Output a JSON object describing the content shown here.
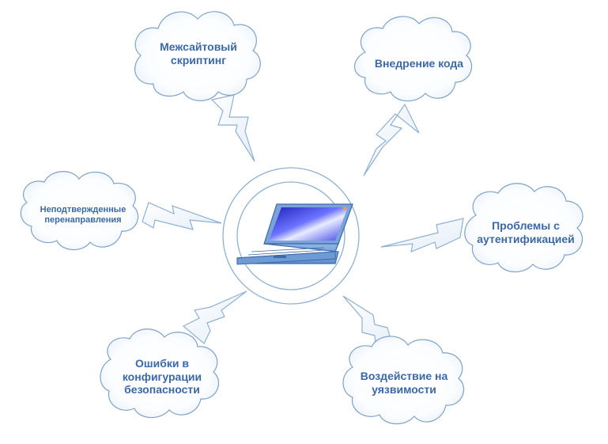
{
  "threats": {
    "xss": "Межсайтовый\nскриптинг",
    "injection": "Внедрение кода",
    "redirects": "Неподтвержденные\nперенаправления",
    "auth": "Проблемы с\nаутентификацией",
    "misconfig": "Ошибки в\nконфигурации\nбезопасности",
    "vuln": "Воздействие на\nуязвимости"
  },
  "colors": {
    "text": "#3a68a8",
    "outline": "#7fa2c8",
    "laptop_body": "#6e9bd6",
    "screen": "#3a3fe0"
  },
  "icons": {
    "center": "laptop-icon",
    "connector": "lightning-bolt-icon"
  }
}
